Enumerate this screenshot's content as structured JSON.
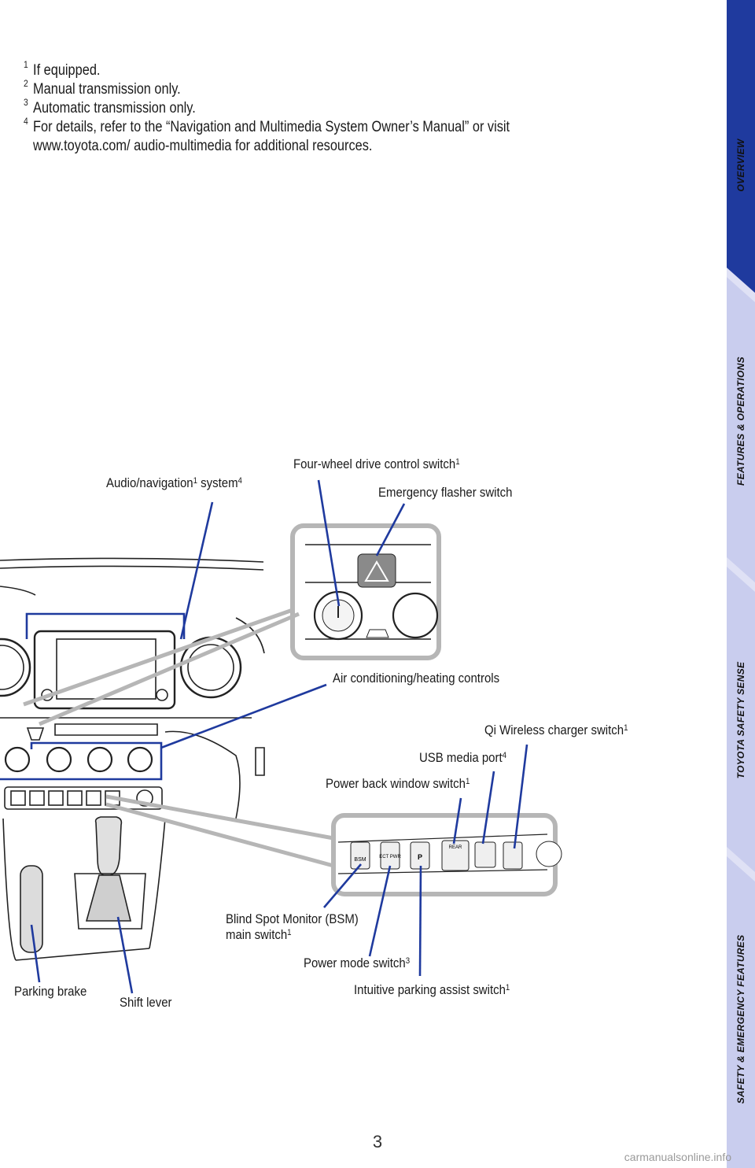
{
  "footnotes": [
    {
      "mark": "1",
      "text": "If equipped."
    },
    {
      "mark": "2",
      "text": "Manual transmission only."
    },
    {
      "mark": "3",
      "text": "Automatic transmission only."
    },
    {
      "mark": "4",
      "text": "For details, refer to the “Navigation and Multimedia System Owner’s Manual” or visit www.toyota.com/ audio-multimedia for additional resources."
    }
  ],
  "callouts": {
    "audio_nav": {
      "text": "Audio/navigation",
      "sup1": "1",
      "text2": " system",
      "sup2": "4"
    },
    "four_wheel": {
      "text": "Four-wheel drive control switch",
      "sup": "1"
    },
    "emergency_flasher": {
      "text": "Emergency flasher switch"
    },
    "air_conditioning": {
      "text": "Air conditioning/heating controls"
    },
    "qi_wireless": {
      "text": "Qi Wireless charger switch",
      "sup": "1"
    },
    "usb_port": {
      "text": "USB media port",
      "sup": "4"
    },
    "power_back_window": {
      "text": "Power back window switch",
      "sup": "1"
    },
    "bsm": {
      "text": "Blind Spot Monitor (BSM) main switch",
      "sup": "1"
    },
    "power_mode": {
      "text": "Power mode switch",
      "sup": "3"
    },
    "parking_assist": {
      "text": "Intuitive parking assist switch",
      "sup": "1"
    },
    "parking_brake": {
      "text": "Parking brake"
    },
    "shift_lever": {
      "text": "Shift lever"
    }
  },
  "switch_labels": {
    "bsm": "BSM",
    "ect": "ECT PWR",
    "rear": "REAR",
    "p": "P"
  },
  "sidebar": {
    "tabs": [
      {
        "label": "OVERVIEW",
        "active": true
      },
      {
        "label": "FEATURES & OPERATIONS",
        "active": false
      },
      {
        "label": "TOYOTA SAFETY SENSE",
        "active": false
      },
      {
        "label": "SAFETY & EMERGENCY FEATURES",
        "active": false
      }
    ]
  },
  "colors": {
    "accent": "#1f3a9e",
    "tab_inactive": "#dfe1f5",
    "callout_line": "#1f3a9e"
  },
  "page_number": "3",
  "watermark": "carmanualsonline.info"
}
